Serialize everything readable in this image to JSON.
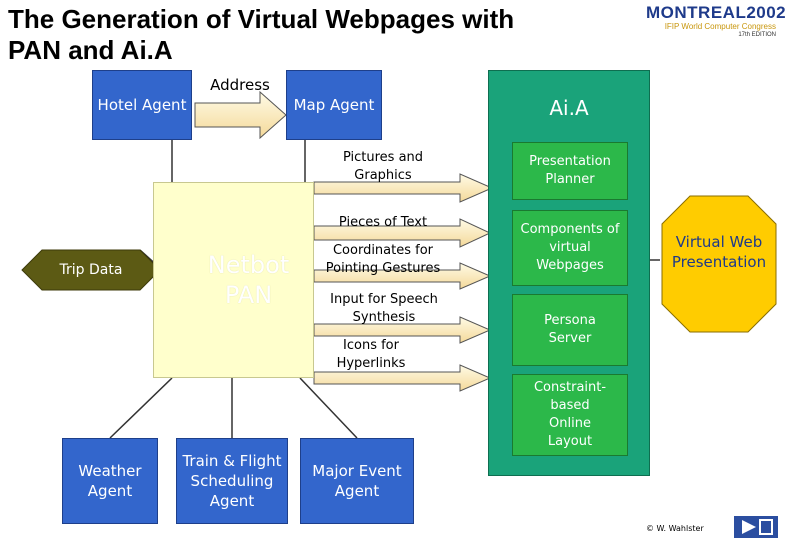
{
  "title_line1": "The Generation of Virtual Webpages with",
  "title_line2": "PAN and Ai.A",
  "logo": {
    "text": "MONTREAL2002",
    "sub": "IFIP World Computer Congress",
    "edition": "17th EDITION"
  },
  "nodes": {
    "hotel_agent": "Hotel Agent",
    "address": "Address",
    "map_agent": "Map Agent",
    "trip_data": "Trip Data",
    "netbot_pan": "Netbot PAN",
    "weather_agent": "Weather Agent",
    "train_flight": "Train & Flight Scheduling Agent",
    "major_event": "Major Event Agent",
    "aia": "Ai.A",
    "presentation_planner": "Presentation Planner",
    "components": "Components of virtual Webpages",
    "persona_server": "Persona Server",
    "constraint_layout": "Constraint-based Online Layout",
    "virtual_web": "Virtual Web Presentation"
  },
  "flows": {
    "pictures": "Pictures and Graphics",
    "pieces": "Pieces of Text",
    "coordinates": "Coordinates for Pointing Gestures",
    "speech": "Input for Speech Synthesis",
    "icons": "Icons for Hyperlinks"
  },
  "colors": {
    "agent_blue": "#3366cc",
    "trip_olive": "#5c5a14",
    "pan_yellow": "#ffffcc",
    "aia_teal": "#1aa37a",
    "green": "#2cb84a",
    "presentation_yellow": "#ffcc00"
  },
  "copyright": "© W. Wahlster"
}
